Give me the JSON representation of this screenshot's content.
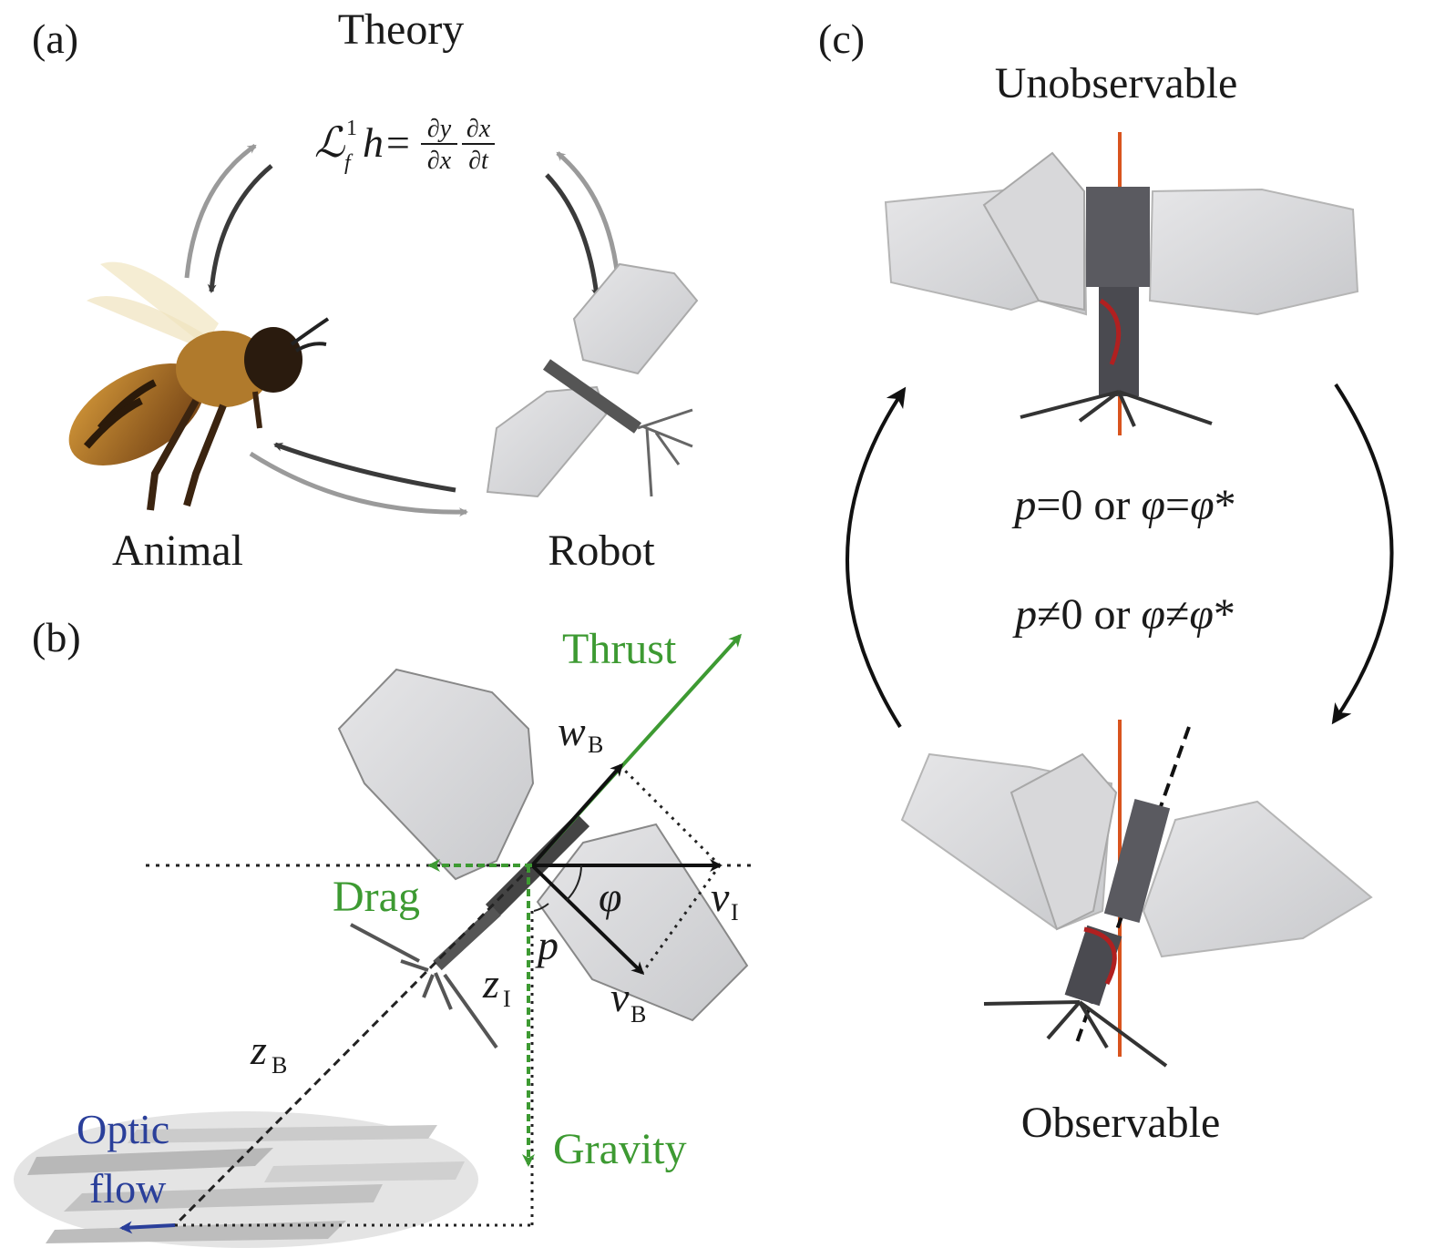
{
  "panel_a": {
    "label": "(a)",
    "theory_label": "Theory",
    "equation": {
      "lie": "ℒ",
      "lie_sub": "f",
      "lie_sup": "1",
      "h_eq": "h=",
      "num1": "∂y",
      "den1": "∂x",
      "num2": "∂x",
      "den2": "∂t"
    },
    "animal_label": "Animal",
    "robot_label": "Robot"
  },
  "panel_b": {
    "label": "(b)",
    "thrust_label": "Thrust",
    "drag_label": "Drag",
    "gravity_label": "Gravity",
    "optic_label": "Optic",
    "flow_label": "flow",
    "w": "w",
    "w_sub": "B",
    "v_i": "v",
    "v_i_sub": "I",
    "v_b": "v",
    "v_b_sub": "B",
    "z_i": "z",
    "z_i_sub": "I",
    "z_b": "z",
    "z_b_sub": "B",
    "phi": "φ",
    "p": "p"
  },
  "panel_c": {
    "label": "(c)",
    "unobservable_label": "Unobservable",
    "observable_label": "Observable",
    "condition_zero": {
      "p": "p",
      "rest1": "=0 or ",
      "phi1": "φ",
      "eq": "=",
      "phi2": "φ",
      "star": "*"
    },
    "condition_nonzero": {
      "p": "p",
      "rest1": "≠0 or ",
      "phi1": "φ",
      "eq": "≠",
      "phi2": "φ",
      "star": "*"
    }
  },
  "colors": {
    "green": "#3d9a32",
    "blue": "#2a3f9a",
    "orange_axis": "#d9541e",
    "arrow_dark": "#3a3a3a",
    "arrow_light": "#9a9a9a"
  }
}
